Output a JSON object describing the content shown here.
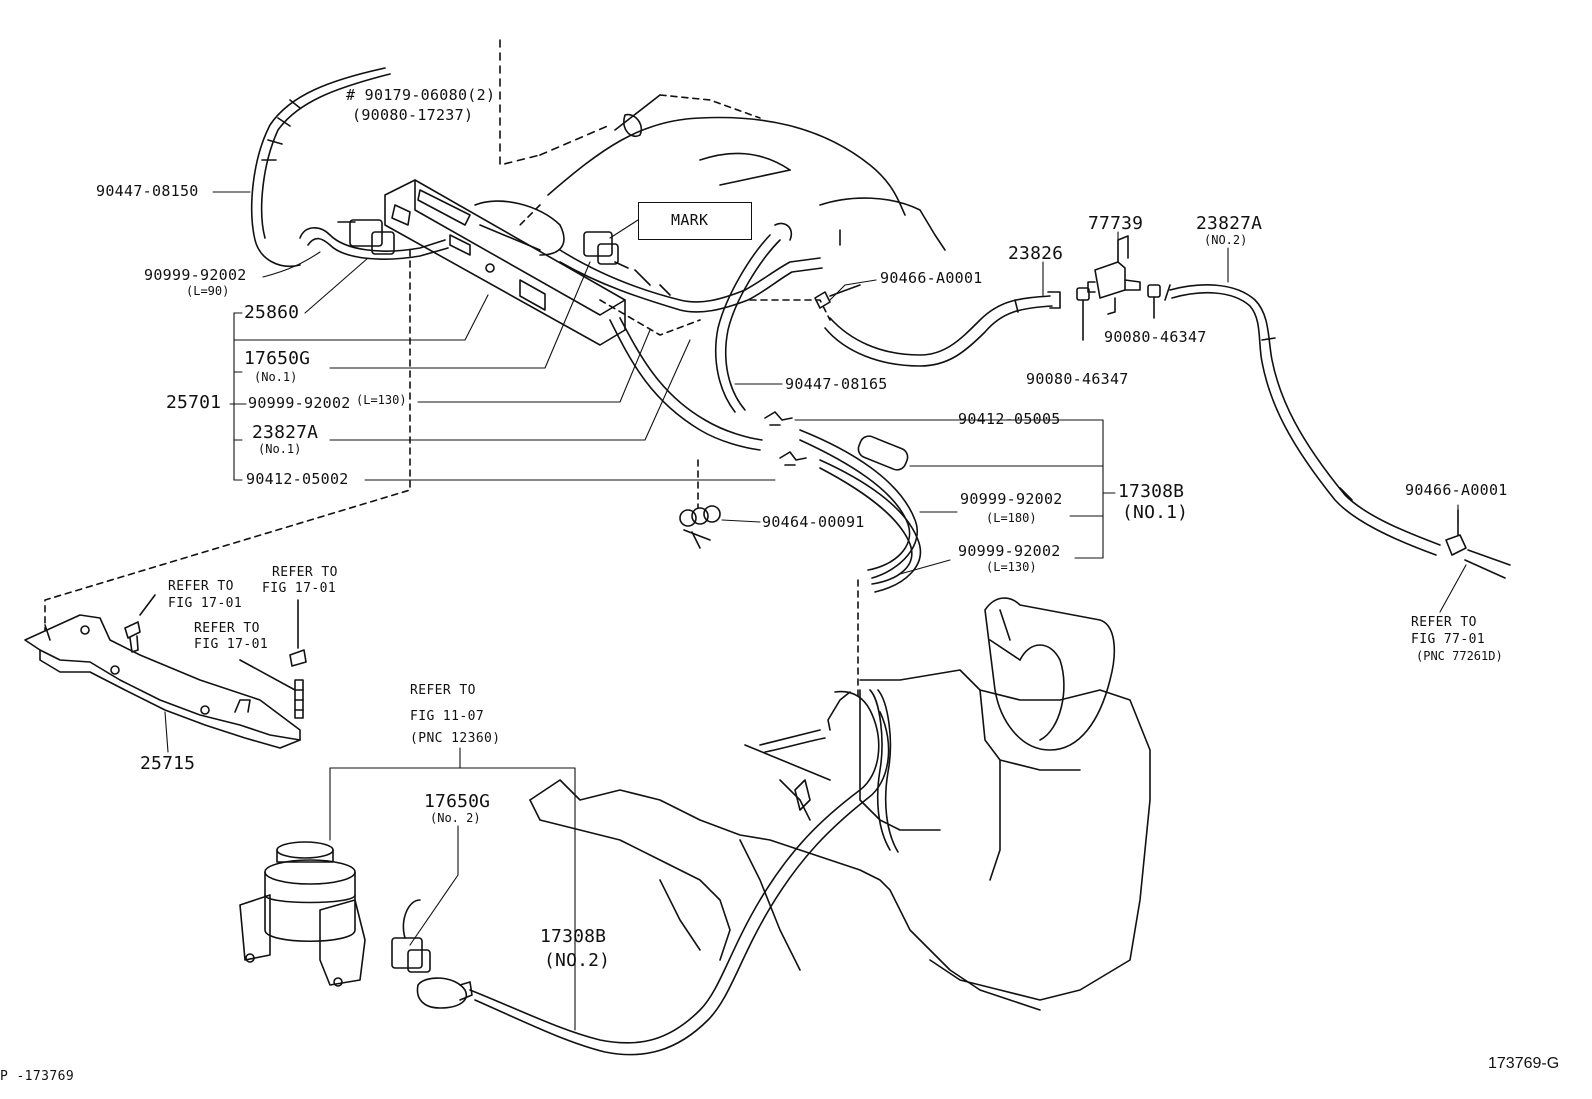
{
  "callouts": {
    "bolt_90179": "# 90179-06080(2)",
    "bolt_90179_alt": "(90080-17237)",
    "hose_90447_08150": "90447-08150",
    "hose_90999_92002_l90": "90999-92002",
    "hose_90999_92002_l90_len": "(L=90)",
    "p25860": "25860",
    "p17650g_no1": "17650G",
    "p17650g_no1_sub": "(No.1)",
    "p25701": "25701",
    "hose_90999_92002_l130": "90999-92002",
    "hose_90999_92002_l130_len": "(L=130)",
    "p23827a_no1": "23827A",
    "p23827a_no1_sub": "(No.1)",
    "clip_90412_05002": "90412-05002",
    "mark": "MARK",
    "clamp_90466_a0001_top": "90466-A0001",
    "hose_90447_08165": "90447-08165",
    "p23826": "23826",
    "p77739": "77739",
    "p23827a_no2": "23827A",
    "p23827a_no2_sub": "(NO.2)",
    "clip_90080_46347_right": "90080-46347",
    "clip_90080_46347_left": "90080-46347",
    "clip_90412_05005": "90412-05005",
    "p17308b_no1": "17308B",
    "p17308b_no1_sub": "(NO.1)",
    "hose_90999_92002_l180": "90999-92002",
    "hose_90999_92002_l180_len": "(L=180)",
    "hose_90999_92002_l130b": "90999-92002",
    "hose_90999_92002_l130b_len": "(L=130)",
    "clamp_90464_00091": "90464-00091",
    "clamp_90466_a0001_right": "90466-A0001",
    "ref_77_01_a": "REFER TO",
    "ref_77_01_b": "FIG 77-01",
    "ref_77_01_c": "(PNC 77261D)",
    "ref_17_01_bolt_a": "REFER TO",
    "ref_17_01_bolt_b": "FIG 17-01",
    "ref_17_01_nut_a": "REFER TO",
    "ref_17_01_nut_b": "FIG 17-01",
    "ref_17_01_stud_a": "REFER TO",
    "ref_17_01_stud_b": "FIG 17-01",
    "p25715": "25715",
    "ref_11_07_a": "REFER TO",
    "ref_11_07_b": "FIG 11-07",
    "ref_11_07_c": "(PNC 12360)",
    "p17650g_no2": "17650G",
    "p17650g_no2_sub": "(No. 2)",
    "p17308b_no2": "17308B",
    "p17308b_no2_sub": "(NO.2)"
  },
  "footer": {
    "left_code": "P -173769",
    "right_code": "173769-G"
  }
}
